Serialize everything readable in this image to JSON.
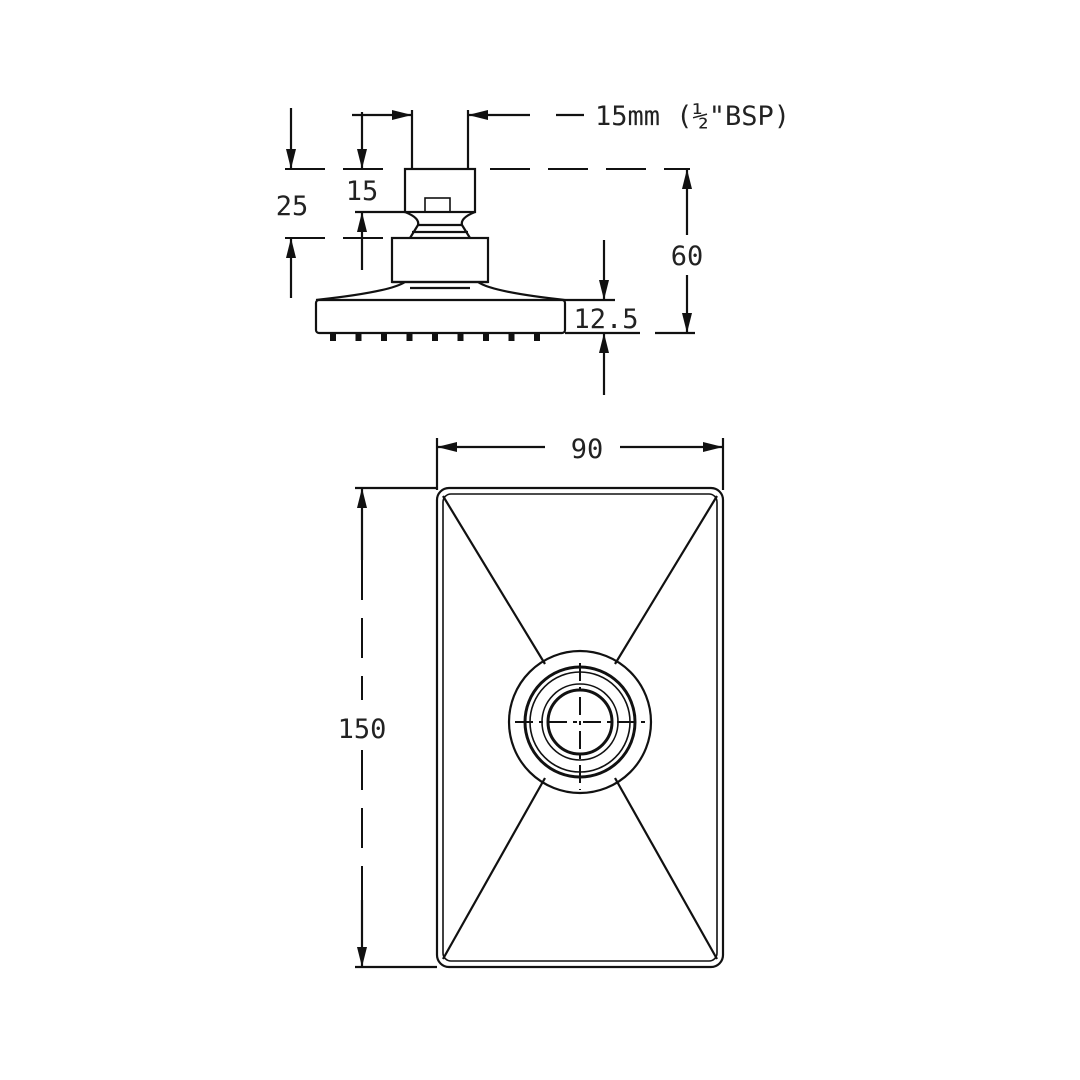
{
  "side_view": {
    "dim_total_height": "60",
    "dim_connector_height": "25",
    "dim_nut_height": "15",
    "dim_face_thickness": "12.5",
    "dim_thread": "15mm (½\"BSP)"
  },
  "plan_view": {
    "dim_width": "90",
    "dim_length": "150"
  },
  "colors": {
    "line": "#111111",
    "background": "#ffffff"
  }
}
